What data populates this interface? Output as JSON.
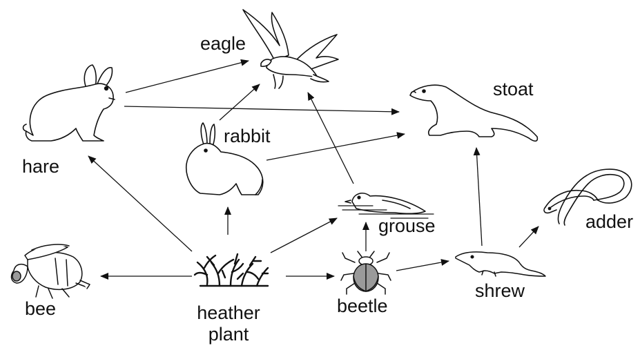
{
  "organisms": {
    "eagle": {
      "label": "eagle",
      "icon": "eagle-icon"
    },
    "hare": {
      "label": "hare",
      "icon": "hare-icon"
    },
    "rabbit": {
      "label": "rabbit",
      "icon": "rabbit-icon"
    },
    "stoat": {
      "label": "stoat",
      "icon": "stoat-icon"
    },
    "grouse": {
      "label": "grouse",
      "icon": "grouse-icon"
    },
    "adder": {
      "label": "adder",
      "icon": "adder-icon"
    },
    "bee": {
      "label": "bee",
      "icon": "bee-icon"
    },
    "heather": {
      "label_line1": "heather",
      "label_line2": "plant",
      "icon": "heather-plant-icon"
    },
    "beetle": {
      "label": "beetle",
      "icon": "beetle-icon"
    },
    "shrew": {
      "label": "shrew",
      "icon": "shrew-icon"
    }
  },
  "arrows": [
    {
      "from": "heather",
      "to": "hare"
    },
    {
      "from": "heather",
      "to": "rabbit"
    },
    {
      "from": "heather",
      "to": "grouse"
    },
    {
      "from": "heather",
      "to": "bee"
    },
    {
      "from": "heather",
      "to": "beetle"
    },
    {
      "from": "hare",
      "to": "eagle"
    },
    {
      "from": "hare",
      "to": "stoat"
    },
    {
      "from": "rabbit",
      "to": "eagle"
    },
    {
      "from": "rabbit",
      "to": "stoat"
    },
    {
      "from": "grouse",
      "to": "eagle"
    },
    {
      "from": "beetle",
      "to": "grouse"
    },
    {
      "from": "beetle",
      "to": "shrew"
    },
    {
      "from": "shrew",
      "to": "stoat"
    },
    {
      "from": "shrew",
      "to": "adder"
    }
  ],
  "colors": {
    "line": "#111111",
    "background": "#ffffff",
    "beetle_body": "#9a9a9a",
    "bee_eye": "#9a9a9a"
  }
}
